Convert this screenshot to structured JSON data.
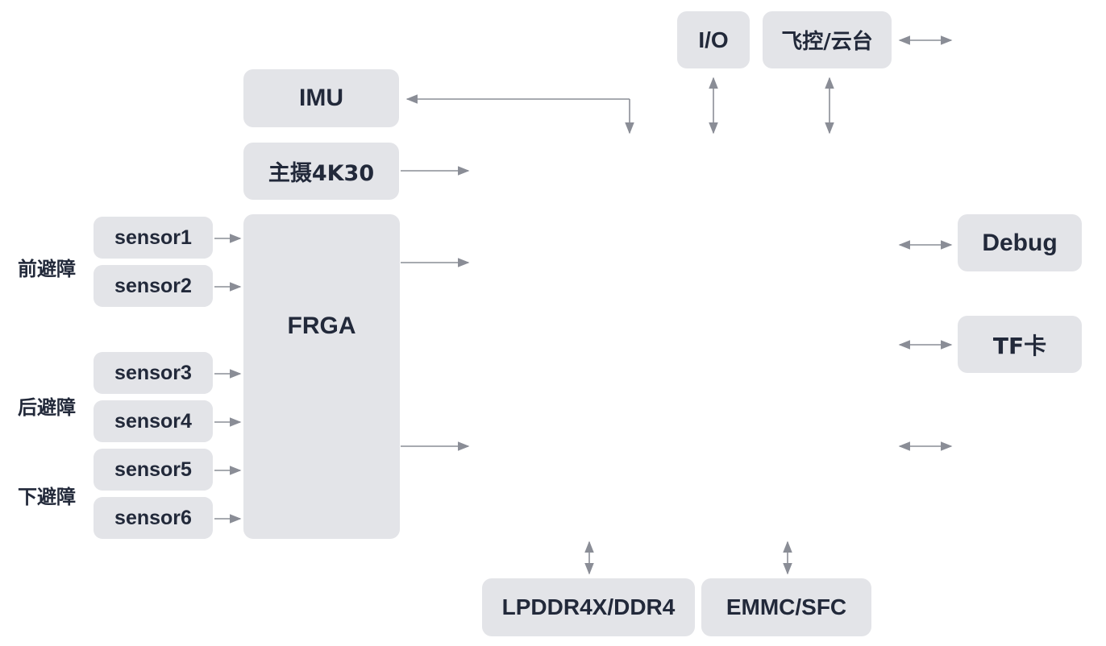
{
  "blocks": {
    "io": "I/O",
    "flight_gimbal": "飞控/云台",
    "imu": "IMU",
    "main_camera": "主摄4K30",
    "fpga": "FRGA",
    "debug": "Debug",
    "tf_card": "TF卡",
    "memory": "LPDDR4X/DDR4",
    "storage": "EMMC/SFC"
  },
  "sensors": [
    "sensor1",
    "sensor2",
    "sensor3",
    "sensor4",
    "sensor5",
    "sensor6"
  ],
  "groups": {
    "front": "前避障",
    "rear": "后避障",
    "down": "下避障"
  },
  "colors": {
    "box_fill": "#e3e4e8",
    "text": "#22293a",
    "connector": "#8a8d96"
  }
}
